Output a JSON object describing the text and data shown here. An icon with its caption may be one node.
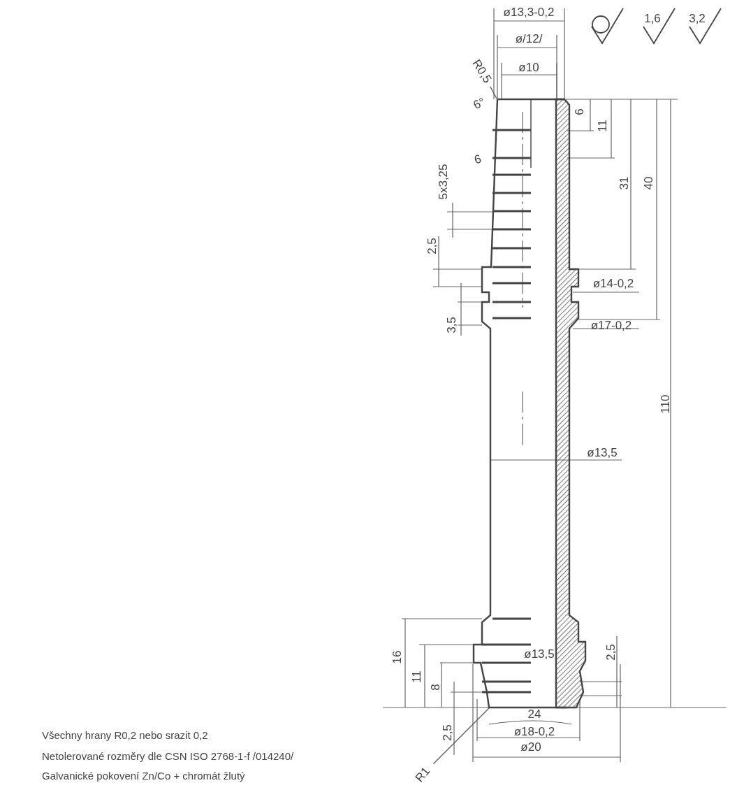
{
  "diagram": {
    "nodes": [
      {
        "text": [],
        "shape": "picture"
      },
      {
        "text": [
          "R0,5"
        ]
      },
      {
        "text": [
          "R1"
        ]
      }
    ],
    "edges": [
      {
        "from": 1,
        "to": 0,
        "arrow": "none"
      },
      {
        "from": 2,
        "to": 0,
        "arrow": "none"
      }
    ],
    "labels": [
      "ø13,3-0,2",
      "ø/12/",
      "1,6",
      "3,2",
      "ø10",
      "6°",
      "6",
      "11",
      "31",
      "40",
      "6",
      "5x3,25",
      "2,5",
      "ø14-0,2",
      "3,5",
      "ø17-0,2",
      "110",
      "ø13,5",
      "16",
      "ø13,5",
      "11",
      "2,5",
      "8",
      "24",
      "2,5",
      "ø18-0,2",
      "ø20",
      "Všechny hrany R0,2 nebo srazit 0,2",
      "Netolerované rozměry dle CSN ISO 2768-1-f /014240/",
      "Galvanické pokovení Zn/Co + chromát žlutý"
    ]
  }
}
